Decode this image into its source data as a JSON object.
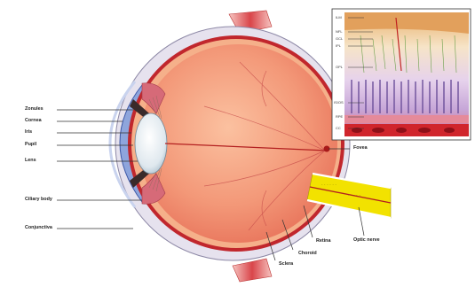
{
  "labels": {
    "zonules": "Zonules",
    "cornea": "Cornea",
    "iris": "Iris",
    "pupil": "Pupil",
    "lens": "Lens",
    "ciliary_body": "Ciliary body",
    "conjunctiva": "Conjunctiva",
    "fovea": "Fovea",
    "retina": "Retina",
    "choroid": "Choroid",
    "sclera": "Sclera",
    "optic_nerve": "Optic nerve"
  },
  "inset_labels": {
    "ilm": "ILM",
    "nfl": "NFL",
    "gcl": "GCL",
    "ipl": "IPL",
    "opl": "OPL",
    "elm_is_os": "IS/OS",
    "rpe": "RPE",
    "cc": "CC"
  },
  "colors": {
    "sclera": "#e6e2ee",
    "choroid": "#c1272d",
    "retina": "#f5b08a",
    "vitreous": "#f39878",
    "lens": "#dfe8ee",
    "cornea": "#6e88c8",
    "optic_nerve": "#f2e200",
    "muscle": "#e05a58"
  }
}
